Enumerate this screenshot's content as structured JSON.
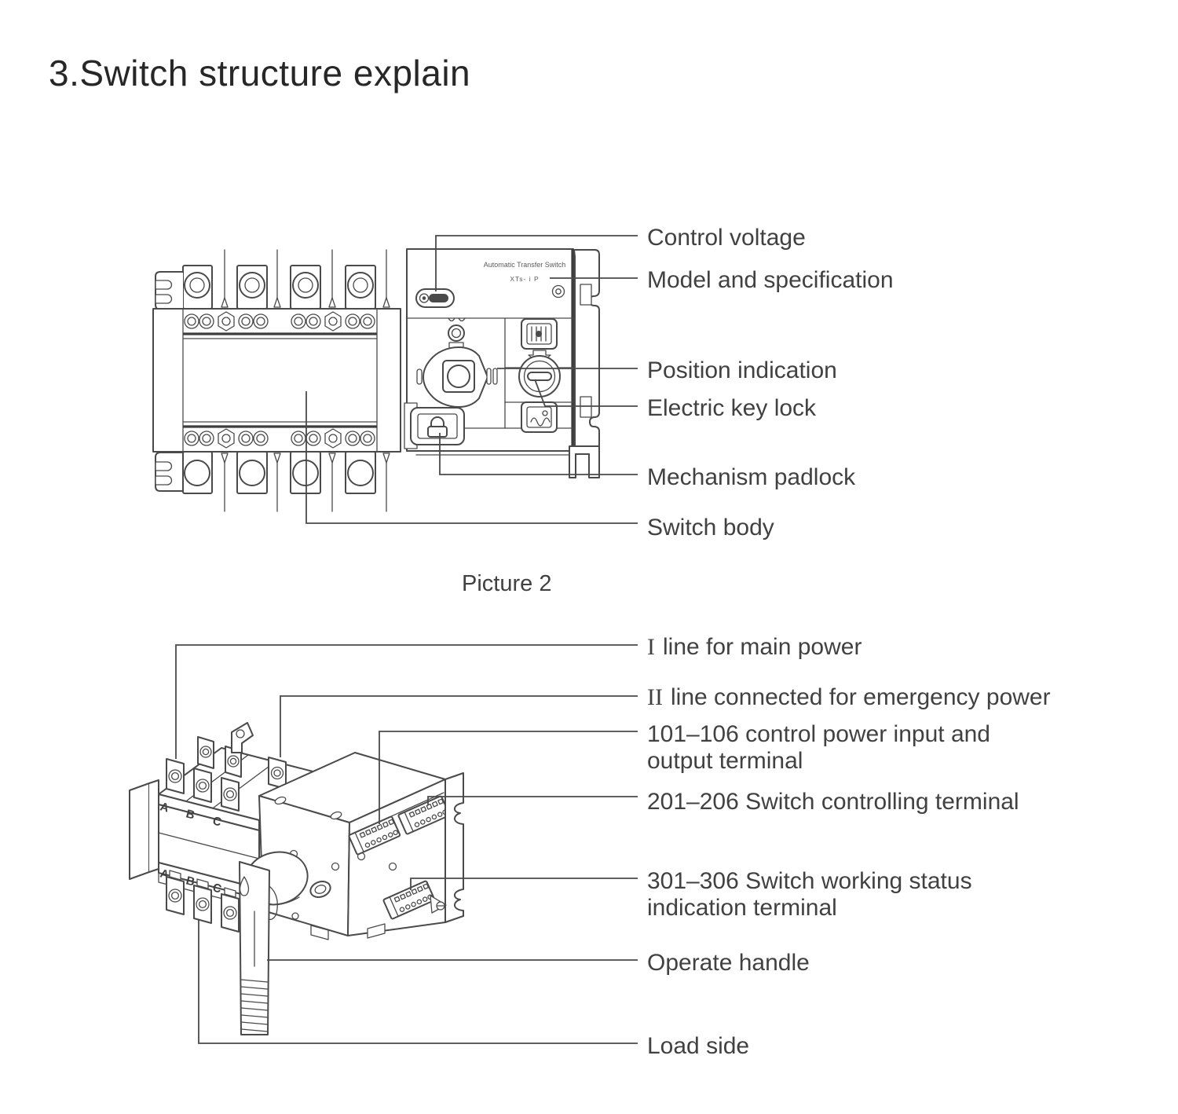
{
  "page": {
    "title": "3.Switch structure explain",
    "background_color": "#ffffff",
    "line_color": "#4a4a4a",
    "text_color": "#414141"
  },
  "figure1": {
    "caption": "Picture 2",
    "device_text": {
      "panel_title": "Automatic Transfer Switch",
      "model_text": "XTs- i  P"
    },
    "labels": [
      {
        "id": "control-voltage",
        "text": "Control voltage"
      },
      {
        "id": "model-specification",
        "text": "Model and specification"
      },
      {
        "id": "position-indication",
        "text": "Position indication"
      },
      {
        "id": "electric-key-lock",
        "text": "Electric key lock"
      },
      {
        "id": "mechanism-padlock",
        "text": "Mechanism padlock"
      },
      {
        "id": "switch-body",
        "text": "Switch body"
      }
    ]
  },
  "figure2": {
    "labels": [
      {
        "id": "line-main-power",
        "numeral": "I",
        "text": "line for main power"
      },
      {
        "id": "line-emergency-power",
        "numeral": "II",
        "text": "line connected for emergency power"
      },
      {
        "id": "control-power-terminal",
        "numeral": "",
        "text": "101–106 control power input and output terminal"
      },
      {
        "id": "switch-controlling-terminal",
        "numeral": "",
        "text": "201–206 Switch controlling terminal"
      },
      {
        "id": "working-status-terminal",
        "numeral": "",
        "text": "301–306 Switch working status indication terminal"
      },
      {
        "id": "operate-handle",
        "numeral": "",
        "text": "Operate handle"
      },
      {
        "id": "load-side",
        "numeral": "",
        "text": "Load side"
      }
    ],
    "pole_letters_top": [
      "A",
      "B",
      "C"
    ],
    "pole_letters_bottom": [
      "A",
      "B",
      "C"
    ]
  }
}
